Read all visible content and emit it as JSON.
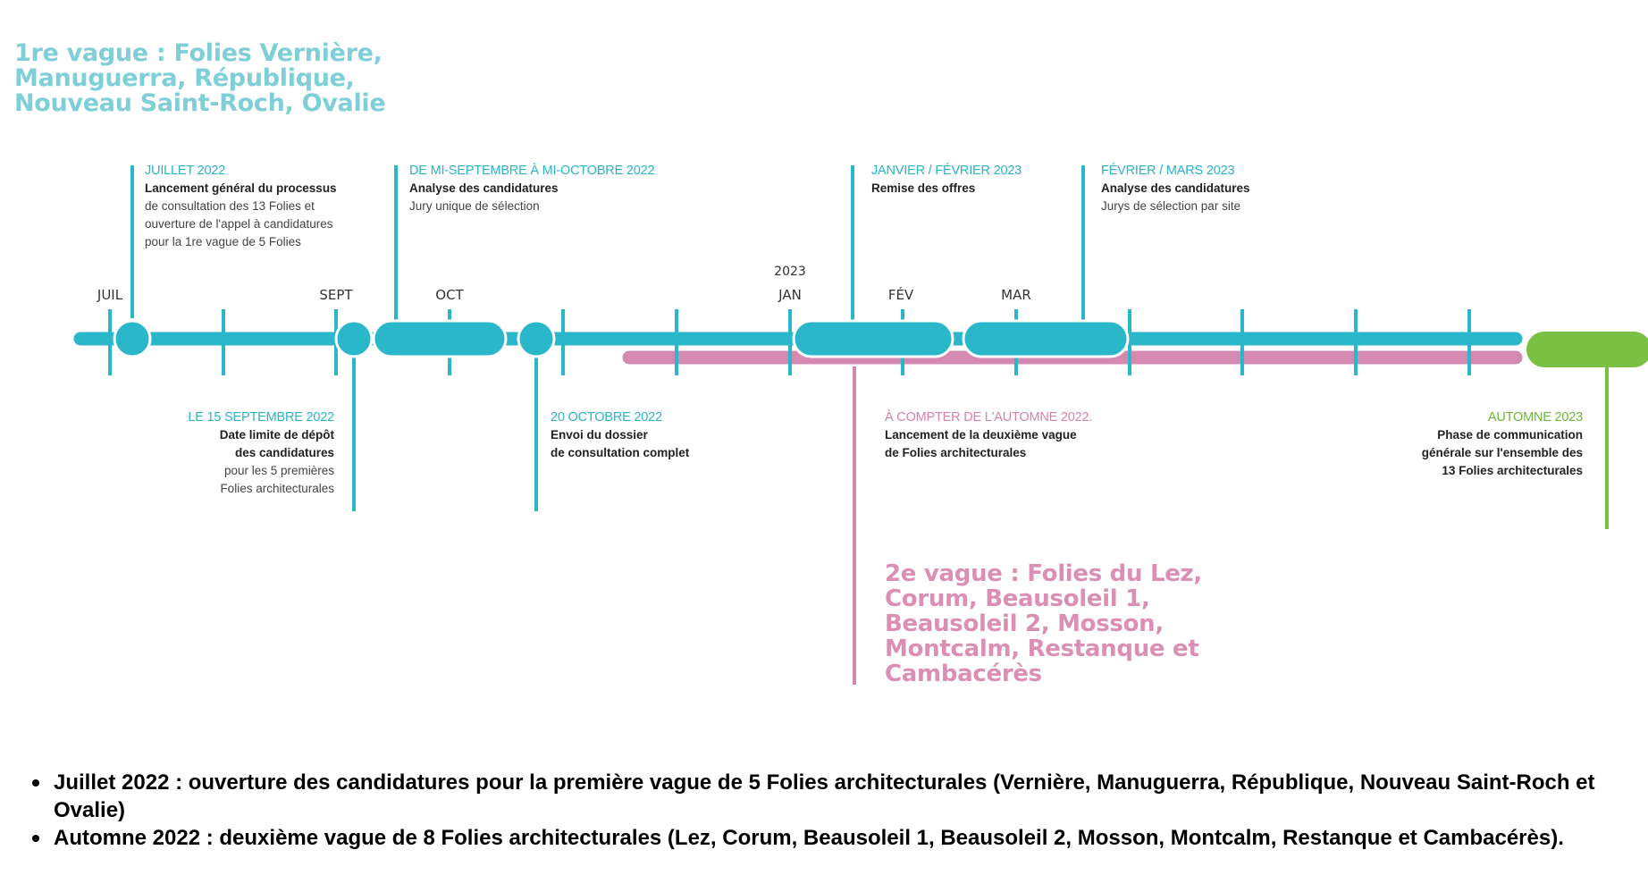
{
  "colors": {
    "teal": "#29b7c9",
    "teal_light": "#7fcfd8",
    "pink": "#d48ab0",
    "pink_text": "#db8fb4",
    "green": "#7ac143"
  },
  "wave1_title": [
    "1re vague : Folies Vernière,",
    "Manuguerra, République,",
    "Nouveau Saint-Roch, Ovalie"
  ],
  "wave2_title": [
    "2e vague : Folies du Lez,",
    "Corum, Beausoleil 1,",
    "Beausoleil 2, Mosson,",
    "Montcalm, Restanque et",
    "Cambacérès"
  ],
  "year_label": "2023",
  "months": [
    "JUIL",
    "SEPT",
    "OCT",
    "JAN",
    "FÉV",
    "MAR"
  ],
  "events": {
    "juillet_2022": {
      "date": "JUILLET 2022",
      "lines": [
        "Lancement général du processus",
        "de consultation des 13 Folies et",
        "ouverture de l'appel à candidatures",
        "pour la 1re vague de 5 Folies"
      ]
    },
    "mi_sept_oct": {
      "date": "DE MI-SEPTEMBRE À MI-OCTOBRE 2022",
      "lines": [
        "Analyse des candidatures",
        "Jury unique de sélection"
      ]
    },
    "jan_fev_2023": {
      "date": "JANVIER / FÉVRIER 2023",
      "lines": [
        "Remise des offres"
      ]
    },
    "fev_mars_2023": {
      "date": "FÉVRIER / MARS 2023",
      "lines": [
        "Analyse des candidatures",
        "Jurys de sélection par site"
      ]
    },
    "sept_15_2022": {
      "date": "LE 15 SEPTEMBRE 2022",
      "lines": [
        "Date limite de dépôt",
        "des candidatures",
        "pour les 5 premières",
        "Folies architecturales"
      ]
    },
    "oct_20_2022": {
      "date": "20 OCTOBRE 2022",
      "lines": [
        "Envoi du dossier",
        "de consultation complet"
      ]
    },
    "automne_2022": {
      "date": "À COMPTER DE L'AUTOMNE 2022.",
      "lines": [
        "Lancement de la deuxième vague",
        "de Folies architecturales"
      ]
    },
    "automne_2023": {
      "date": "AUTOMNE 2023",
      "lines": [
        "Phase de communication",
        "générale sur l'ensemble des",
        "13 Folies architecturales"
      ]
    }
  },
  "bullets": [
    "Juillet 2022 : ouverture des candidatures pour la première vague de 5 Folies architecturales (Vernière, Manuguerra, République, Nouveau Saint-Roch et Ovalie)",
    "Automne 2022 : deuxième vague de 8 Folies architecturales (Lez, Corum, Beausoleil 1, Beausoleil 2, Mosson, Montcalm, Restanque et Cambacérès)."
  ]
}
